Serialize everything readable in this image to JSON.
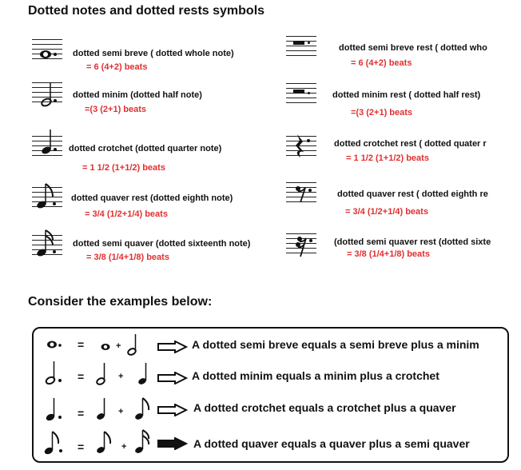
{
  "heading": "Dotted notes and dotted rests symbols",
  "subheading": "Consider the examples below:",
  "notes": [
    {
      "label": "dotted semi breve ( dotted  whole note)",
      "beats": "= 6 (4+2) beats",
      "icon": "dotted-semibreve-icon"
    },
    {
      "label": "dotted minim (dotted half note)",
      "beats": "=(3 (2+1) beats",
      "icon": "dotted-minim-icon"
    },
    {
      "label": "dotted crotchet (dotted quarter note)",
      "beats": "= 1 1/2 (1+1/2) beats",
      "icon": "dotted-crotchet-icon"
    },
    {
      "label": "dotted quaver rest (dotted eighth note)",
      "beats": "= 3/4  (1/2+1/4) beats",
      "icon": "dotted-quaver-icon"
    },
    {
      "label": "dotted semi quaver (dotted sixteenth note)",
      "beats": "= 3/8 (1/4+1/8) beats",
      "icon": "dotted-semiquaver-icon"
    }
  ],
  "rests": [
    {
      "label": "dotted semi breve rest ( dotted who",
      "beats": "= 6 (4+2) beats",
      "icon": "dotted-semibreve-rest-icon"
    },
    {
      "label": "dotted minim rest ( dotted half rest)",
      "beats": "=(3 (2+1) beats",
      "icon": "dotted-minim-rest-icon"
    },
    {
      "label": "dotted crotchet rest ( dotted quater r",
      "beats": "= 1 1/2 (1+1/2) beats",
      "icon": "dotted-crotchet-rest-icon"
    },
    {
      "label": "dotted quaver rest ( dotted eighth re",
      "beats": "= 3/4  (1/2+1/4) beats",
      "icon": "dotted-quaver-rest-icon"
    },
    {
      "label": "(dotted semi quaver rest (dotted sixte",
      "beats": "= 3/8 (1/4+1/8) beats",
      "icon": "dotted-semiquaver-rest-icon"
    }
  ],
  "examples": [
    {
      "text": "A dotted semi breve equals a semi breve plus a minim",
      "equals": "=",
      "plus": "+"
    },
    {
      "text": "A dotted minim equals a minim plus a crotchet",
      "equals": "=",
      "plus": "+"
    },
    {
      "text": "A dotted crotchet equals a crotchet plus a quaver",
      "equals": "=",
      "plus": "+"
    },
    {
      "text": "A dotted quaver equals a quaver plus a semi quaver",
      "equals": "=",
      "plus": "+"
    }
  ],
  "colors": {
    "value_red": "#e03030",
    "text": "#111111"
  }
}
